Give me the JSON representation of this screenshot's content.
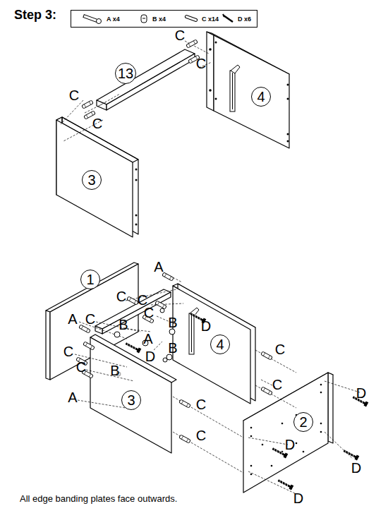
{
  "diagram": {
    "title": "Step 3:",
    "caption": "All edge banding plates face outwards.",
    "nodes": [
      {
        "text": [
          "A x4",
          "B x4",
          "C x14",
          "D x6"
        ]
      },
      {
        "text": [
          "13"
        ]
      },
      {
        "text": [
          "4"
        ]
      },
      {
        "text": [
          "3"
        ]
      },
      {
        "text": [
          "1"
        ]
      },
      {
        "text": [
          "4"
        ]
      },
      {
        "text": [
          "3"
        ]
      },
      {
        "text": [
          "2"
        ]
      }
    ],
    "labels": [
      "C",
      "C",
      "C",
      "C",
      "A",
      "C",
      "C",
      "C",
      "A",
      "C",
      "B",
      "B",
      "D",
      "A",
      "B",
      "C",
      "C",
      "D",
      "C",
      "B",
      "C",
      "D",
      "A",
      "C",
      "C",
      "D",
      "D",
      "D"
    ]
  }
}
